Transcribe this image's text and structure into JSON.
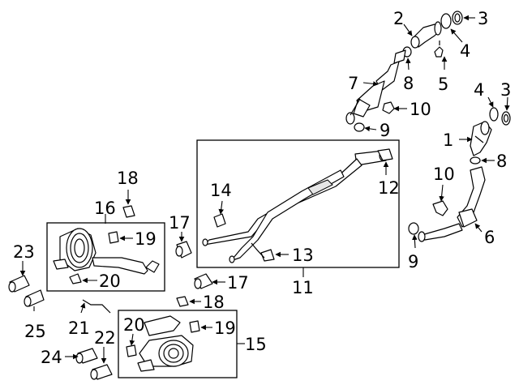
{
  "callouts": {
    "c1": "1",
    "c2": "2",
    "c3a": "3",
    "c3b": "3",
    "c4a": "4",
    "c4b": "4",
    "c5": "5",
    "c6": "6",
    "c7": "7",
    "c8a": "8",
    "c8b": "8",
    "c9a": "9",
    "c9b": "9",
    "c10a": "10",
    "c10b": "10",
    "c11": "11",
    "c12": "12",
    "c13": "13",
    "c14": "14",
    "c15": "15",
    "c16": "16",
    "c17a": "17",
    "c17b": "17",
    "c18a": "18",
    "c18b": "18",
    "c19a": "19",
    "c19b": "19",
    "c20a": "20",
    "c20b": "20",
    "c21": "21",
    "c22": "22",
    "c23": "23",
    "c24": "24",
    "c25": "25"
  }
}
